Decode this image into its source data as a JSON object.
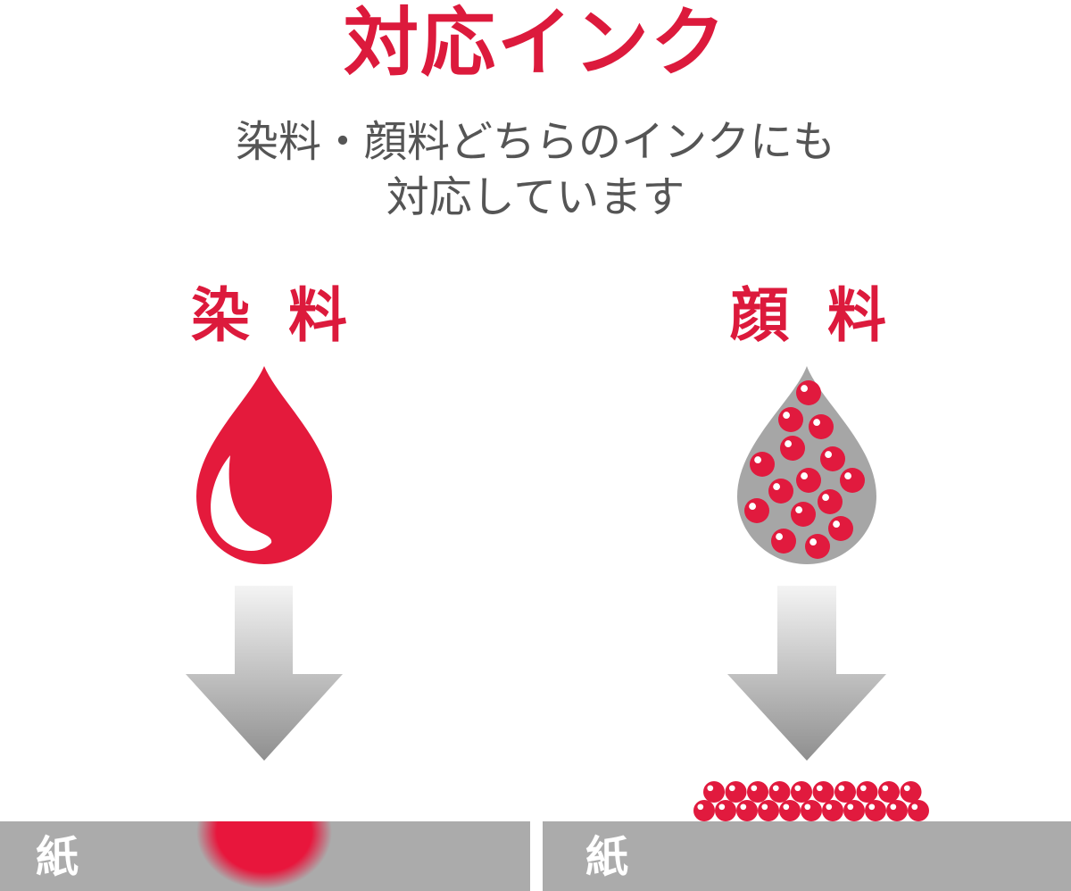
{
  "title": "対応インク",
  "subtitle": {
    "line1": "染料・顔料どちらのインクにも",
    "line2": "対応しています"
  },
  "dye": {
    "label": "染 料"
  },
  "pigment": {
    "label": "顔 料"
  },
  "paper": {
    "label": "紙"
  },
  "colors": {
    "accent": "#dc1a3c",
    "paper": "#ababab",
    "pigment_carrier": "#a6a6a6",
    "text_gray": "#555555"
  }
}
